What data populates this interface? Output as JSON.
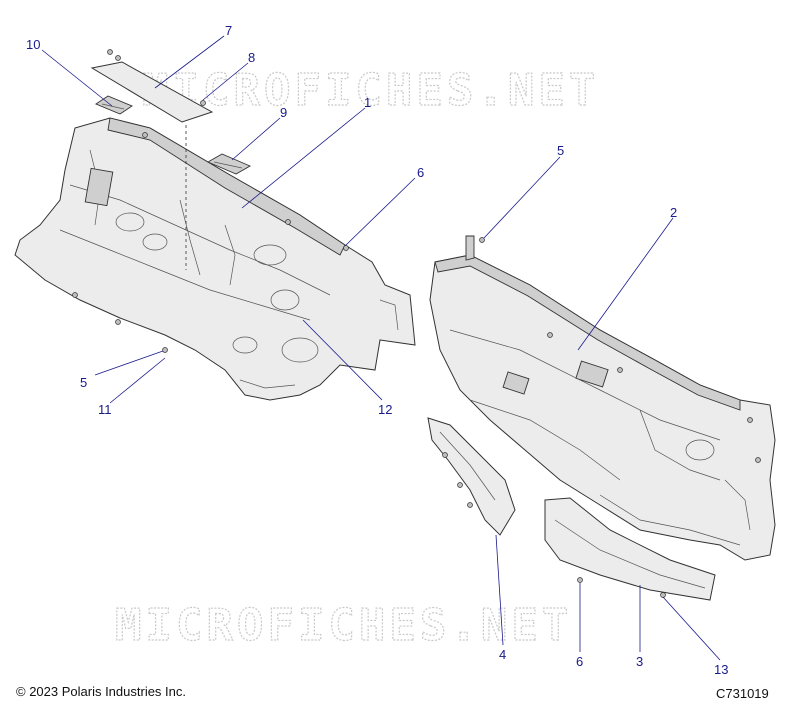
{
  "watermark": "MICROFICHES.NET",
  "copyright": "© 2023 Polaris Industries Inc.",
  "drawing_id": "C731019",
  "callouts": {
    "c1": "1",
    "c2": "2",
    "c3": "3",
    "c4": "4",
    "c5a": "5",
    "c5b": "5",
    "c6a": "6",
    "c6b": "6",
    "c7": "7",
    "c8": "8",
    "c9": "9",
    "c10": "10",
    "c11": "11",
    "c12": "12",
    "c13": "13"
  },
  "colors": {
    "callout": "#1a1a8c",
    "line_art": "#333333",
    "watermark": "#c9c9c9"
  }
}
